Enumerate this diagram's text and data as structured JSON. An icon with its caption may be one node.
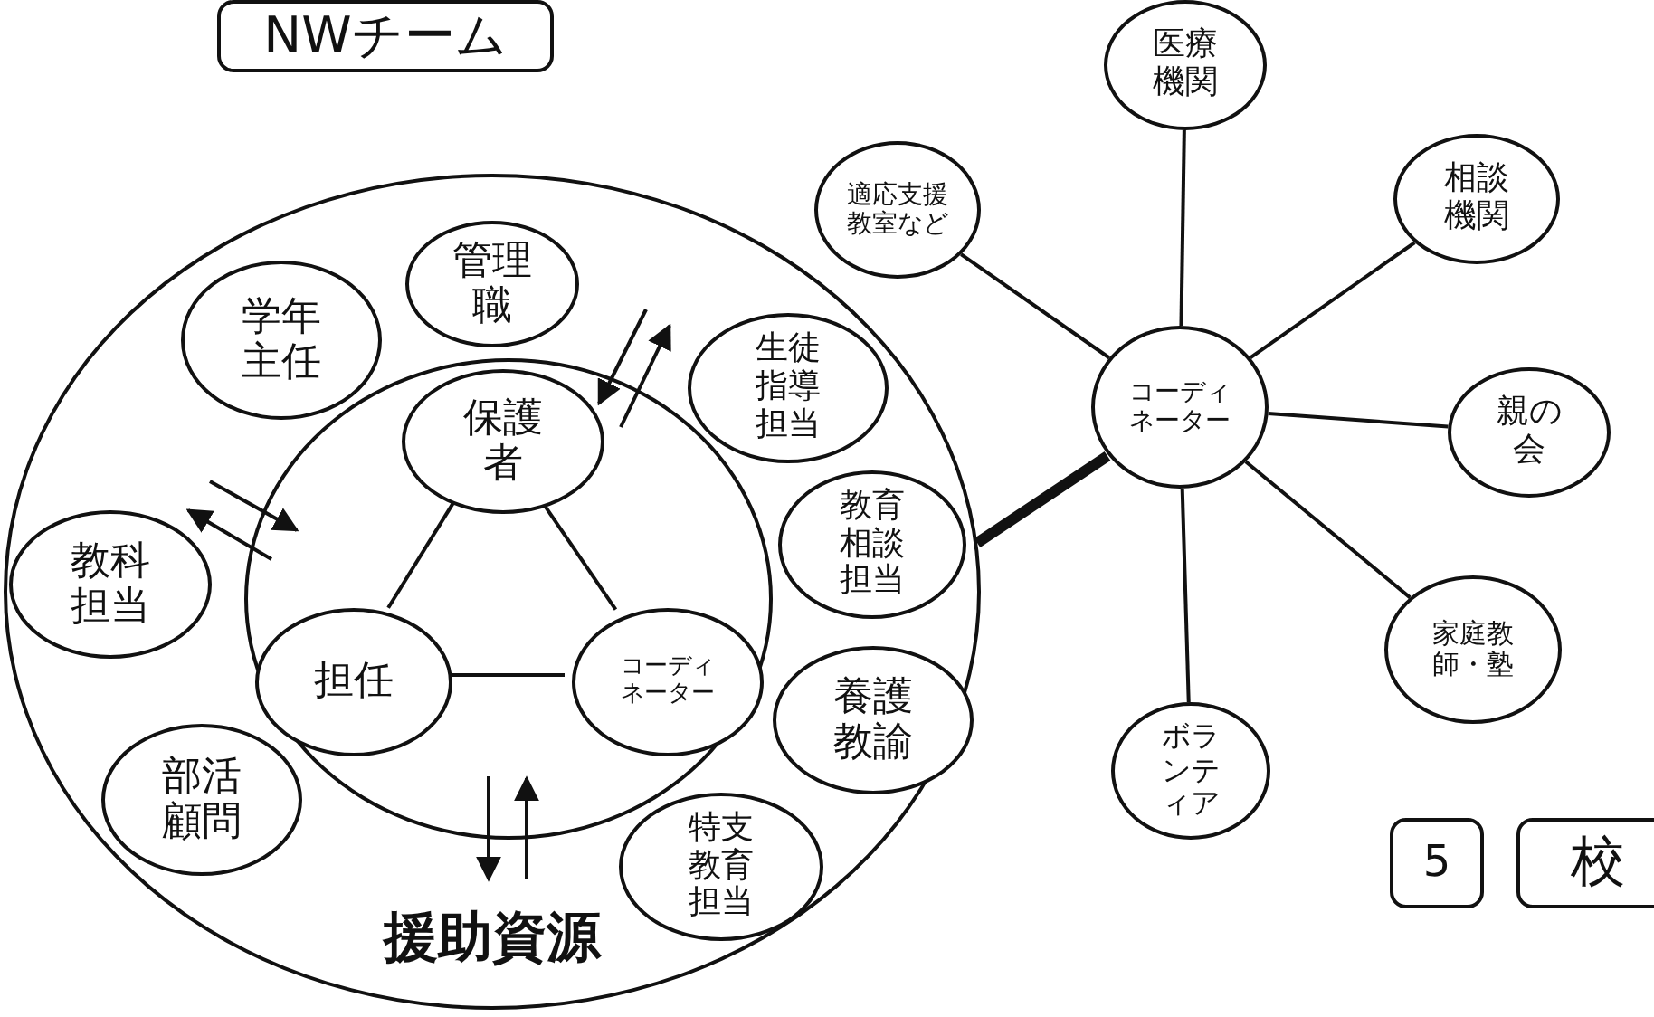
{
  "diagram": {
    "nodes": [
      {
        "text": [
          "NWチーム"
        ]
      },
      {
        "text": [
          "援助資源"
        ]
      },
      {
        "text": [
          "管理職"
        ],
        "in": 1
      },
      {
        "text": [
          "学年主任"
        ],
        "in": 1
      },
      {
        "text": [
          "生徒指導担当"
        ],
        "in": 1
      },
      {
        "text": [
          "教科担当"
        ],
        "in": 1
      },
      {
        "text": [],
        "shape": "circle",
        "in": 1
      },
      {
        "text": [
          "保護者"
        ],
        "in": 6
      },
      {
        "text": [
          "担任"
        ],
        "in": 6
      },
      {
        "text": [
          "コーディネーター"
        ],
        "in": 6
      },
      {
        "text": [
          "教育相談担当"
        ],
        "in": 1
      },
      {
        "text": [
          "養護教諭"
        ],
        "in": 1
      },
      {
        "text": [
          "部活顧問"
        ],
        "in": 1
      },
      {
        "text": [
          "特支教育担当"
        ],
        "in": 1
      },
      {
        "text": [
          "医療機関"
        ]
      },
      {
        "text": [
          "適応支援教室など"
        ]
      },
      {
        "text": [
          "相談機関"
        ]
      },
      {
        "text": [
          "コーディネーター"
        ]
      },
      {
        "text": [
          "親の会"
        ]
      },
      {
        "text": [
          "家庭教師・塾"
        ]
      },
      {
        "text": [
          "ボランティア"
        ]
      },
      {
        "text": [
          "5"
        ]
      },
      {
        "text": [
          "校"
        ]
      }
    ],
    "edges": [
      {
        "from": 7,
        "to": 8,
        "arrow": "none"
      },
      {
        "from": 7,
        "to": 9,
        "arrow": "none"
      },
      {
        "from": 8,
        "to": 9,
        "arrow": "none"
      },
      {
        "from": 1,
        "to": 17,
        "arrow": "none",
        "style": "thick"
      },
      {
        "from": 17,
        "to": 14,
        "arrow": "none"
      },
      {
        "from": 17,
        "to": 15,
        "arrow": "none"
      },
      {
        "from": 17,
        "to": 16,
        "arrow": "none"
      },
      {
        "from": 17,
        "to": 18,
        "arrow": "none"
      },
      {
        "from": 17,
        "to": 19,
        "arrow": "none"
      },
      {
        "from": 17,
        "to": 20,
        "arrow": "none"
      }
    ]
  }
}
